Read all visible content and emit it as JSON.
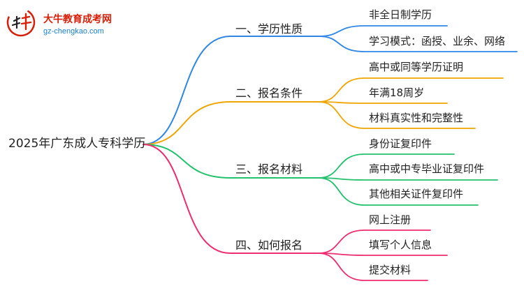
{
  "logo": {
    "title": "大牛教育成考网",
    "url": "gz-chengkao.com"
  },
  "root": {
    "label": "2025年广东成人专科学历"
  },
  "branches": [
    {
      "label": "一、学历性质",
      "color": "#2f86e6",
      "children": [
        "非全日制学历",
        "学习模式：函授、业余、网络"
      ]
    },
    {
      "label": "二、报名条件",
      "color": "#f0a500",
      "children": [
        "高中或同等学历证明",
        "年满18周岁",
        "材料真实性和完整性"
      ]
    },
    {
      "label": "三、报名材料",
      "color": "#22c16b",
      "children": [
        "身份证复印件",
        "高中或中专毕业证复印件",
        "其他相关证件复印件"
      ]
    },
    {
      "label": "四、如何报名",
      "color": "#ee2c6f",
      "children": [
        "网上注册",
        "填写个人信息",
        "提交材料"
      ]
    }
  ]
}
